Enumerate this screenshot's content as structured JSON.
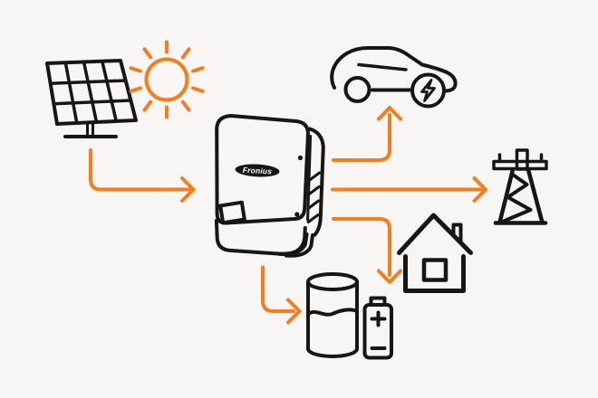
{
  "illustration": {
    "background_color": "#f7f6f4",
    "colors": {
      "line": "#161616",
      "accent": "#f57d1e",
      "badge_text": "#ffffff"
    },
    "inverter": {
      "brand": "Fronius"
    },
    "battery": {
      "plus_marker": "+",
      "minus_marker": "−"
    },
    "nodes": [
      {
        "id": "solar-panel",
        "icon": "solar-panel-icon"
      },
      {
        "id": "sun",
        "icon": "sun-icon"
      },
      {
        "id": "inverter",
        "icon": "inverter-icon"
      },
      {
        "id": "ev-car",
        "icon": "ev-car-icon"
      },
      {
        "id": "grid-tower",
        "icon": "grid-tower-icon"
      },
      {
        "id": "house",
        "icon": "house-icon"
      },
      {
        "id": "water-tank",
        "icon": "water-tank-icon"
      },
      {
        "id": "battery",
        "icon": "battery-icon"
      }
    ],
    "flows": [
      {
        "from": "solar-panel",
        "to": "inverter"
      },
      {
        "from": "inverter",
        "to": "ev-car"
      },
      {
        "from": "inverter",
        "to": "grid-tower"
      },
      {
        "from": "inverter",
        "to": "house"
      },
      {
        "from": "inverter",
        "to": "water-tank"
      }
    ]
  }
}
